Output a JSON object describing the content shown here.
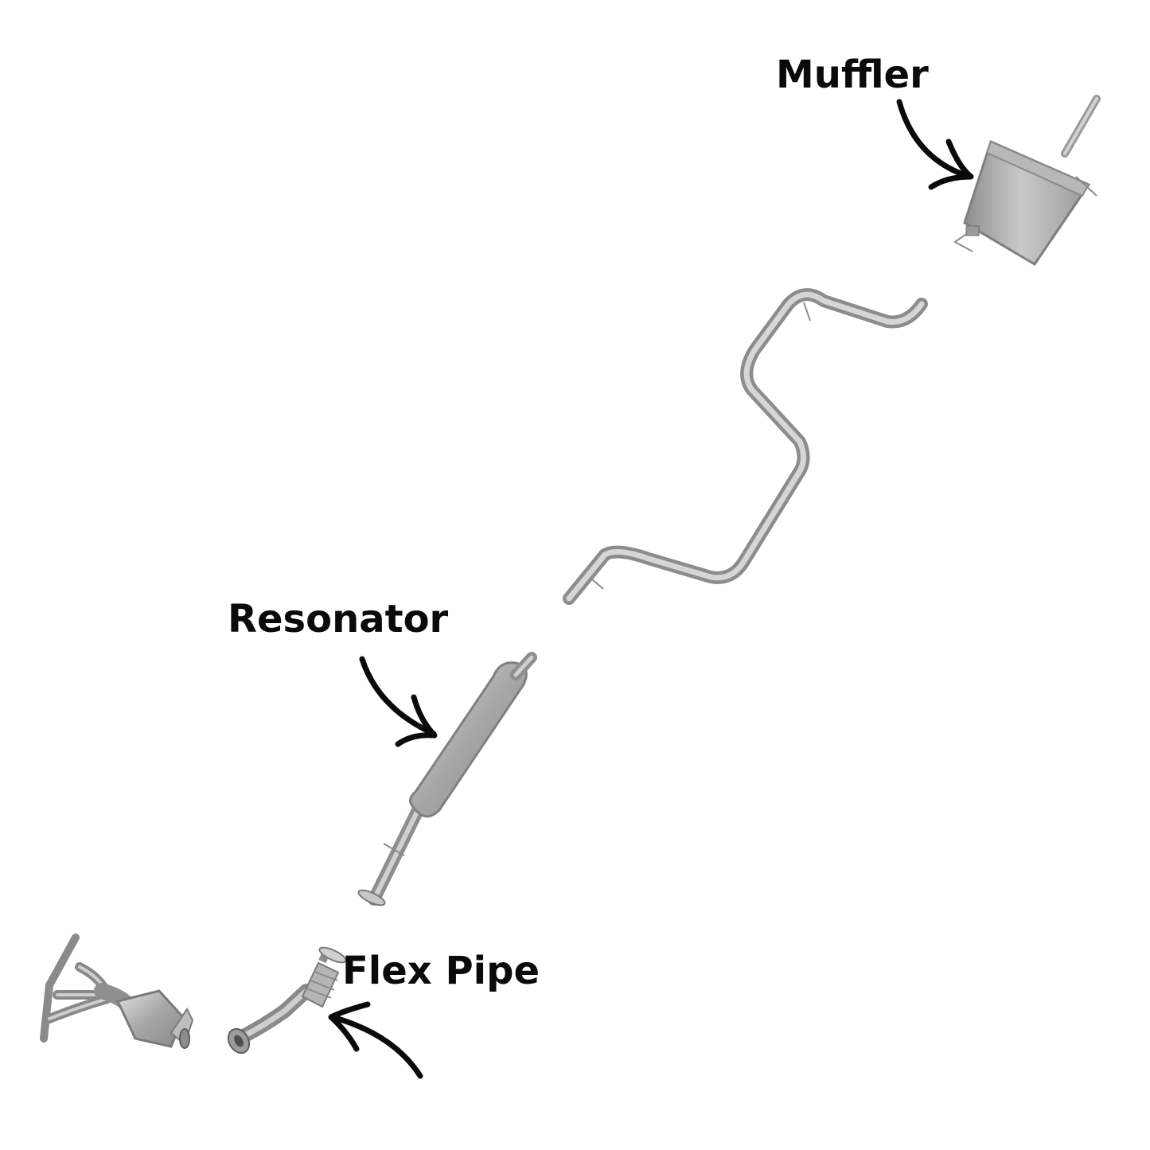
{
  "labels": {
    "muffler": "Muffler",
    "resonator": "Resonator",
    "flex_pipe": "Flex Pipe"
  },
  "colors": {
    "background": "#ffffff",
    "text": "#0a0a0a",
    "arrow": "#0a0a0a",
    "metal_light": "#d4d4d4",
    "metal_mid": "#a9a9a9",
    "metal_dark": "#7a7a7a"
  }
}
